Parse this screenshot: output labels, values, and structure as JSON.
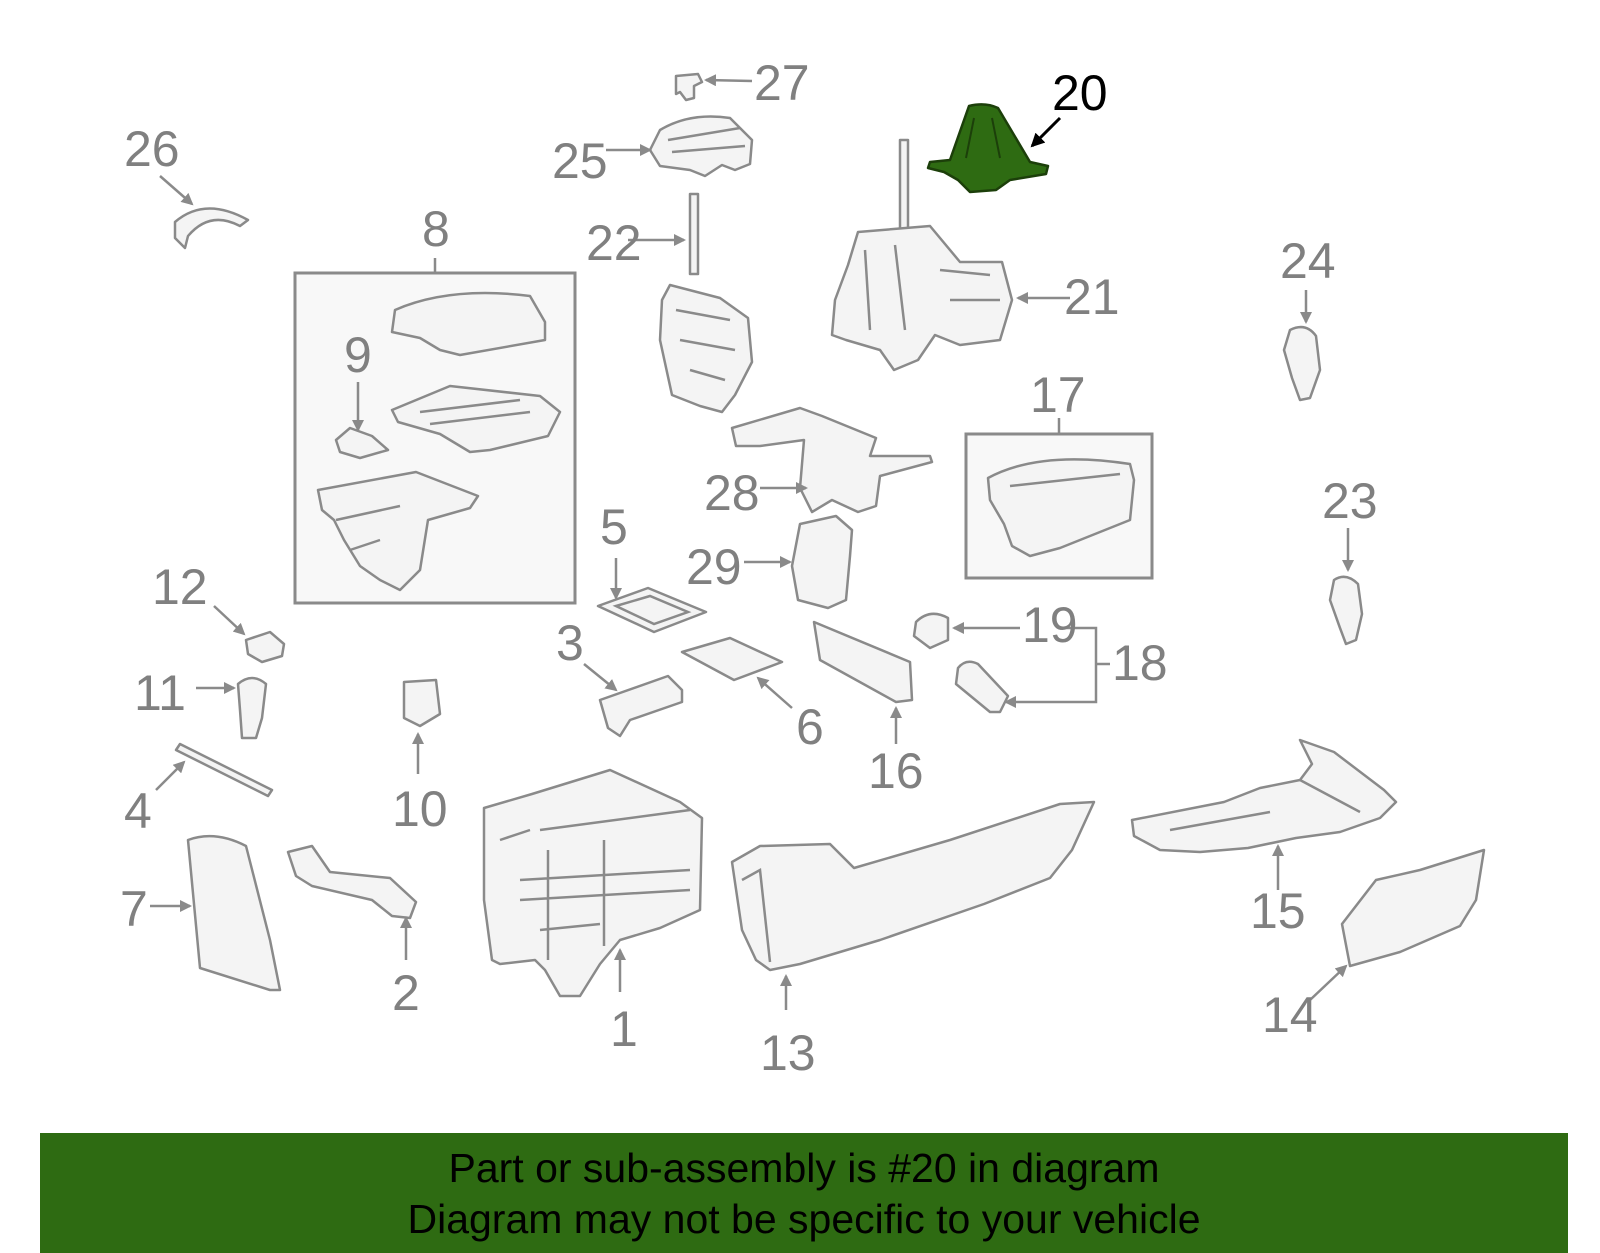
{
  "highlight_color": "#2e6b12",
  "part_color": "#8a8a8a",
  "highlighted_part": "20",
  "callouts": [
    {
      "id": "1",
      "text": "1"
    },
    {
      "id": "2",
      "text": "2"
    },
    {
      "id": "3",
      "text": "3"
    },
    {
      "id": "4",
      "text": "4"
    },
    {
      "id": "5",
      "text": "5"
    },
    {
      "id": "6",
      "text": "6"
    },
    {
      "id": "7",
      "text": "7"
    },
    {
      "id": "8",
      "text": "8"
    },
    {
      "id": "9",
      "text": "9"
    },
    {
      "id": "10",
      "text": "10"
    },
    {
      "id": "11",
      "text": "11"
    },
    {
      "id": "12",
      "text": "12"
    },
    {
      "id": "13",
      "text": "13"
    },
    {
      "id": "14",
      "text": "14"
    },
    {
      "id": "15",
      "text": "15"
    },
    {
      "id": "16",
      "text": "16"
    },
    {
      "id": "17",
      "text": "17"
    },
    {
      "id": "18",
      "text": "18"
    },
    {
      "id": "19",
      "text": "19"
    },
    {
      "id": "20",
      "text": "20"
    },
    {
      "id": "21",
      "text": "21"
    },
    {
      "id": "22",
      "text": "22"
    },
    {
      "id": "23",
      "text": "23"
    },
    {
      "id": "24",
      "text": "24"
    },
    {
      "id": "25",
      "text": "25"
    },
    {
      "id": "26",
      "text": "26"
    },
    {
      "id": "27",
      "text": "27"
    },
    {
      "id": "28",
      "text": "28"
    },
    {
      "id": "29",
      "text": "29"
    }
  ],
  "banner": {
    "line1": "Part or sub-assembly is #20 in diagram",
    "line2": "Diagram may not be specific to your vehicle"
  }
}
